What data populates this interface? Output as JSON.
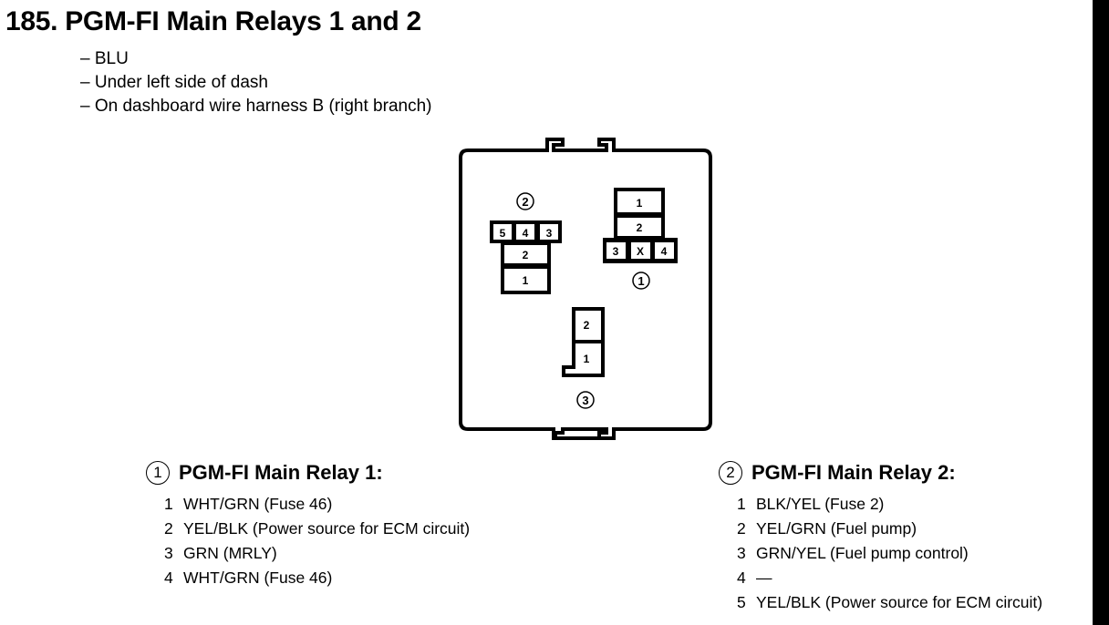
{
  "document": {
    "title": "185. PGM-FI Main Relays 1 and 2",
    "location_notes": [
      "– BLU",
      "– Under left side of dash",
      "– On dashboard wire harness B (right branch)"
    ]
  },
  "diagram": {
    "connector_labels": {
      "relay1": "1",
      "relay2": "2",
      "connector3": "3"
    },
    "relay2_pins_top_row": [
      "5",
      "4",
      "3"
    ],
    "relay2_pins_stack": [
      "2",
      "1"
    ],
    "relay1_pins_stack": [
      "1",
      "2"
    ],
    "relay1_pins_bottom_row": [
      "3",
      "X",
      "4"
    ],
    "connector3_pins": [
      "2",
      "1"
    ]
  },
  "sections": [
    {
      "marker": "1",
      "heading": "PGM-FI Main Relay 1:",
      "pins": [
        {
          "num": "1",
          "desc": "WHT/GRN (Fuse 46)"
        },
        {
          "num": "2",
          "desc": "YEL/BLK (Power source for ECM circuit)"
        },
        {
          "num": "3",
          "desc": "GRN (MRLY)"
        },
        {
          "num": "4",
          "desc": "WHT/GRN (Fuse 46)"
        }
      ]
    },
    {
      "marker": "2",
      "heading": "PGM-FI Main Relay 2:",
      "pins": [
        {
          "num": "1",
          "desc": "BLK/YEL (Fuse 2)"
        },
        {
          "num": "2",
          "desc": "YEL/GRN (Fuel pump)"
        },
        {
          "num": "3",
          "desc": "GRN/YEL (Fuel pump control)"
        },
        {
          "num": "4",
          "desc": "—"
        },
        {
          "num": "5",
          "desc": "YEL/BLK (Power source for ECM circuit)"
        }
      ]
    }
  ]
}
